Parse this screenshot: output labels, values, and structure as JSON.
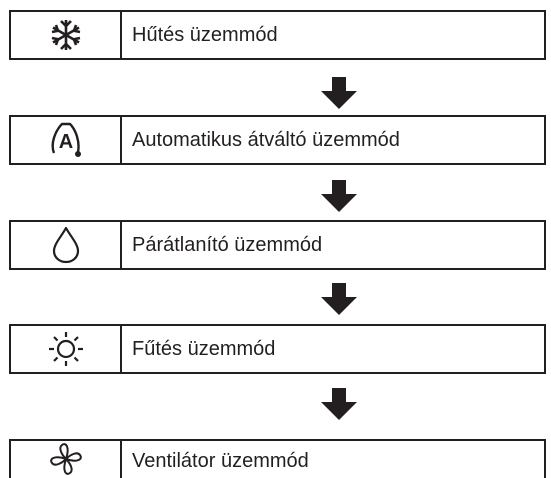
{
  "modes": [
    {
      "icon": "snowflake-icon",
      "label": "Hűtés üzemmód"
    },
    {
      "icon": "auto-mode-icon",
      "icon_text": "A",
      "label": "Automatikus átváltó üzemmód"
    },
    {
      "icon": "droplet-icon",
      "label": "Párátlanító üzemmód"
    },
    {
      "icon": "sun-icon",
      "label": "Fűtés üzemmód"
    },
    {
      "icon": "fan-icon",
      "label": "Ventilátor üzemmód"
    }
  ],
  "colors": {
    "ink": "#231f20",
    "background": "#ffffff"
  }
}
